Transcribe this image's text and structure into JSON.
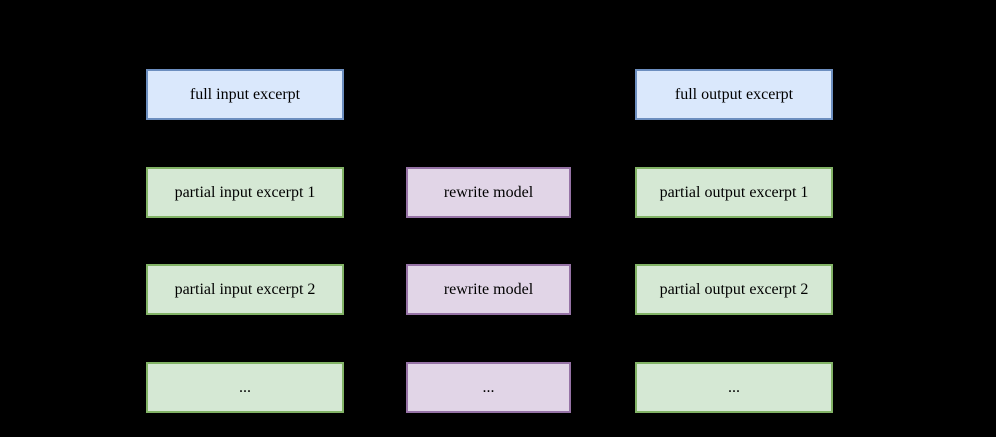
{
  "canvas": {
    "background": "#000000"
  },
  "palette": {
    "canvas_bg": "#000000",
    "text_color": "#000000",
    "arrow_color": "#000000",
    "blue_fill": "#dae8fc",
    "blue_border": "#6c8ebf",
    "green_fill": "#d5e8d4",
    "green_border": "#82b366",
    "purple_fill": "#e1d5e7",
    "purple_border": "#9673a6"
  },
  "diagram": {
    "type": "flow-diagram",
    "boxes": {
      "full_input": {
        "label": "full input excerpt",
        "style": "blue"
      },
      "full_output": {
        "label": "full output excerpt",
        "style": "blue"
      },
      "partial_input_1": {
        "label": "partial input excerpt 1",
        "style": "green"
      },
      "partial_input_2": {
        "label": "partial input excerpt 2",
        "style": "green"
      },
      "partial_input_more": {
        "label": "...",
        "style": "green"
      },
      "rewrite_model_1": {
        "label": "rewrite model",
        "style": "purple"
      },
      "rewrite_model_2": {
        "label": "rewrite model",
        "style": "purple"
      },
      "rewrite_model_more": {
        "label": "...",
        "style": "purple"
      },
      "partial_output_1": {
        "label": "partial output excerpt 1",
        "style": "green"
      },
      "partial_output_2": {
        "label": "partial output excerpt 2",
        "style": "green"
      },
      "partial_output_more": {
        "label": "...",
        "style": "green"
      }
    }
  }
}
